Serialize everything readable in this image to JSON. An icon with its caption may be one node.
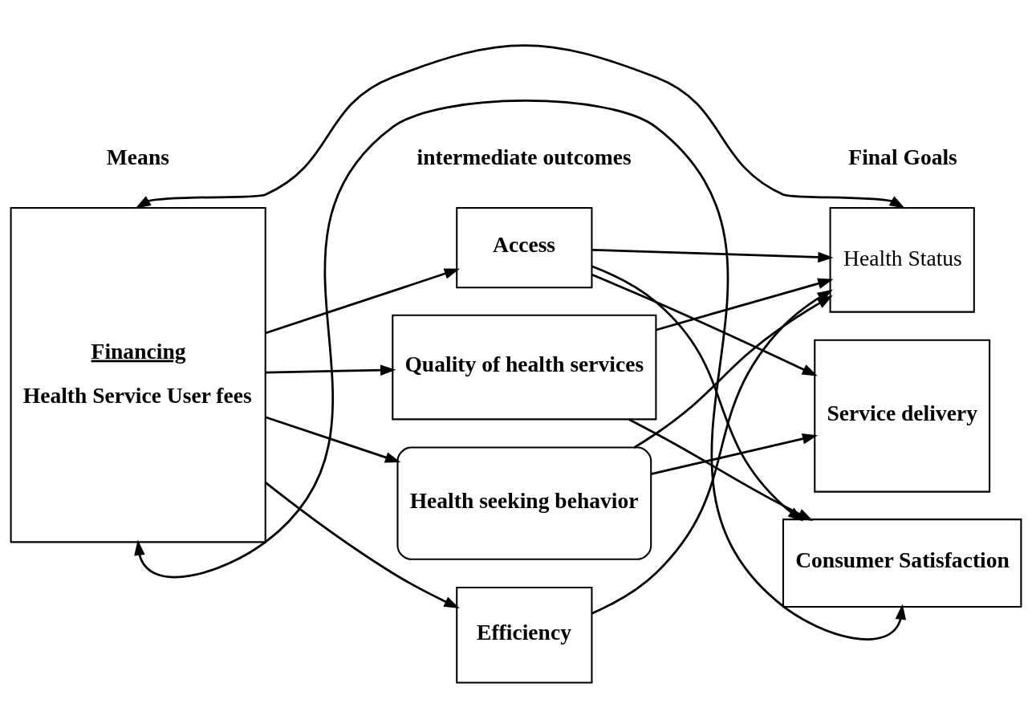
{
  "diagram": {
    "nodes": [
      {
        "text": [
          "Financing",
          "Health Service User fees"
        ]
      },
      {
        "text": [
          "Access"
        ]
      },
      {
        "text": [
          "Quality of health services"
        ]
      },
      {
        "text": [
          "Health seeking behavior"
        ]
      },
      {
        "text": [
          "Efficiency"
        ]
      },
      {
        "text": [
          "Health Status"
        ]
      },
      {
        "text": [
          "Service delivery"
        ]
      },
      {
        "text": [
          "Consumer Satisfaction"
        ]
      }
    ],
    "edges": [
      {
        "from": 0,
        "to": 5,
        "arrow": "both"
      },
      {
        "from": 0,
        "to": 1,
        "arrow": "to"
      },
      {
        "from": 0,
        "to": 2,
        "arrow": "to"
      },
      {
        "from": 0,
        "to": 3,
        "arrow": "to"
      },
      {
        "from": 0,
        "to": 4,
        "arrow": "to"
      },
      {
        "from": 1,
        "to": 5,
        "arrow": "to"
      },
      {
        "from": 1,
        "to": 6,
        "arrow": "to"
      },
      {
        "from": 1,
        "to": 7,
        "arrow": "to"
      },
      {
        "from": 2,
        "to": 5,
        "arrow": "to"
      },
      {
        "from": 2,
        "to": 7,
        "arrow": "to"
      },
      {
        "from": 3,
        "to": 5,
        "arrow": "to"
      },
      {
        "from": 3,
        "to": 6,
        "arrow": "to"
      },
      {
        "from": 4,
        "to": 5,
        "arrow": "to"
      },
      {
        "from": 0,
        "to": 7,
        "arrow": "both"
      }
    ],
    "labels": [
      "Means",
      "intermediate outcomes",
      "Final Goals"
    ]
  }
}
